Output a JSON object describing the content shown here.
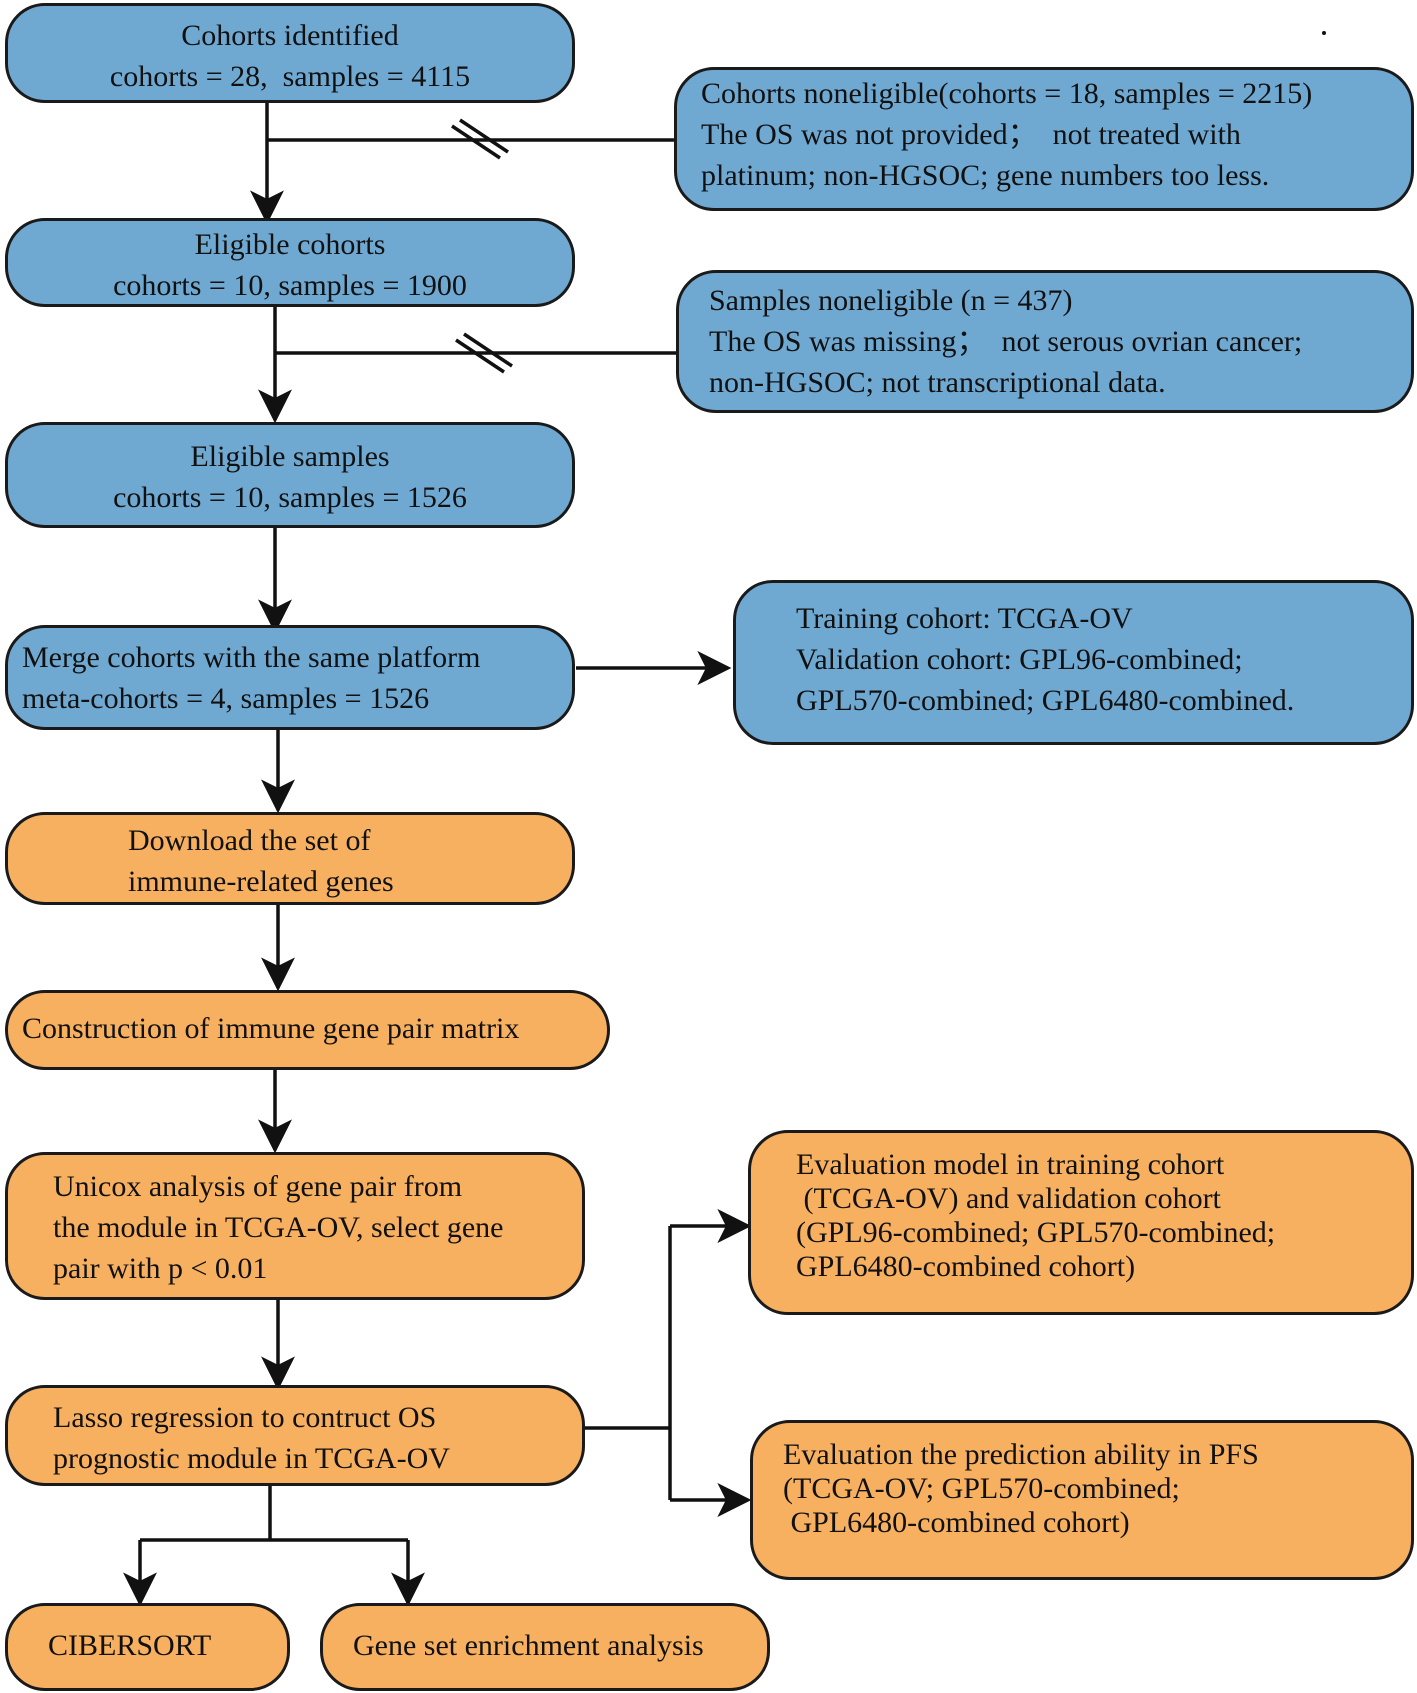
{
  "boxes": {
    "cohorts_identified": [
      "Cohorts identified",
      "cohorts = 28,  samples = 4115"
    ],
    "cohorts_noneligible": [
      "Cohorts noneligible(cohorts = 18, samples = 2215)",
      "The OS was not provided；  not treated with",
      "platinum; non-HGSOC; gene numbers too less."
    ],
    "eligible_cohorts": [
      "Eligible cohorts",
      "cohorts = 10, samples = 1900"
    ],
    "samples_noneligible": [
      "Samples noneligible (n = 437)",
      "The OS was missing；  not serous ovrian cancer;",
      "non-HGSOC; not transcriptional data."
    ],
    "eligible_samples": [
      "Eligible samples",
      "cohorts = 10, samples = 1526"
    ],
    "merge_cohorts": [
      "Merge cohorts with the same platform",
      "meta-cohorts = 4, samples = 1526"
    ],
    "training_validation": [
      "Training cohort: TCGA-OV",
      "Validation cohort: GPL96-combined;",
      "GPL570-combined; GPL6480-combined."
    ],
    "download_genes": [
      "Download the set of",
      "immune-related genes"
    ],
    "construction_matrix": [
      "Construction of immune gene pair matrix"
    ],
    "unicox_analysis": [
      "Unicox analysis of gene pair from",
      "the module in TCGA-OV, select gene",
      "pair with p < 0.01"
    ],
    "evaluation_model": [
      "Evaluation model in training cohort",
      " (TCGA-OV) and validation cohort",
      "(GPL96-combined; GPL570-combined;",
      "GPL6480-combined cohort)"
    ],
    "lasso_regression": [
      "Lasso regression to contruct OS",
      "prognostic module in TCGA-OV"
    ],
    "evaluation_pfs": [
      "Evaluation the prediction ability in PFS",
      "(TCGA-OV; GPL570-combined;",
      " GPL6480-combined cohort)"
    ],
    "cibersort": [
      "CIBERSORT"
    ],
    "gsea": [
      "Gene set enrichment analysis"
    ]
  },
  "colors": {
    "blue": "#6fa9d2",
    "orange": "#f7b060",
    "stroke": "#1a1a1a"
  }
}
